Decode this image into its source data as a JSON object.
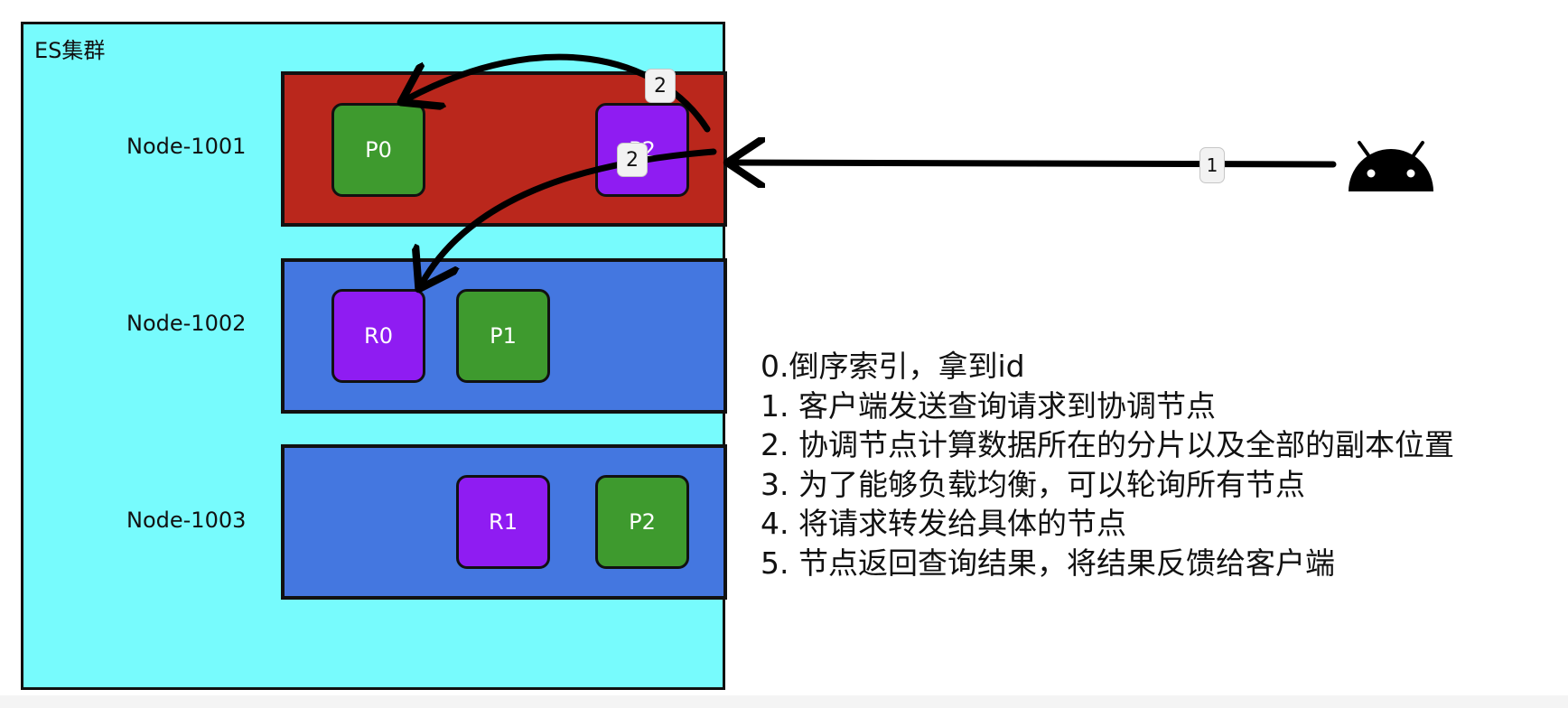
{
  "cluster": {
    "title": "ES集群"
  },
  "nodes": [
    {
      "label": "Node-1001",
      "color": "#ba271c",
      "shards": [
        "P0",
        "P2"
      ]
    },
    {
      "label": "Node-1002",
      "color": "#4477e0",
      "shards": [
        "R0",
        "P1"
      ]
    },
    {
      "label": "Node-1003",
      "color": "#4477e0",
      "shards": [
        "R1",
        "P2"
      ]
    }
  ],
  "shard_colors": {
    "primary": "#3e9a2e",
    "replica": "#8f1cf2"
  },
  "badges": {
    "request": "1",
    "forward_top": "2",
    "forward_middle": "2"
  },
  "client": {
    "icon": "android-icon"
  },
  "steps": [
    "0.倒序索引，拿到id",
    "1. 客户端发送查询请求到协调节点",
    "2. 协调节点计算数据所在的分片以及全部的副本位置",
    "3. 为了能够负载均衡，可以轮询所有节点",
    "4. 将请求转发给具体的节点",
    "5. 节点返回查询结果，将结果反馈给客户端"
  ]
}
